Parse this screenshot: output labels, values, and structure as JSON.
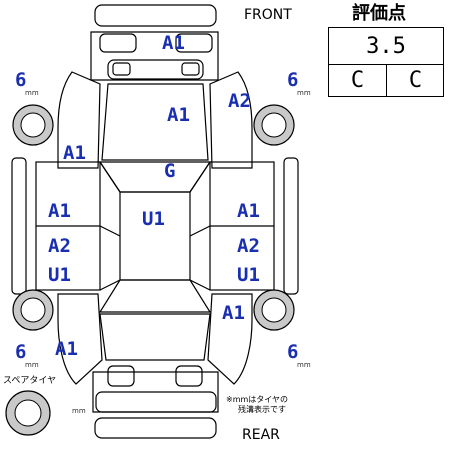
{
  "header": {
    "front": "FRONT",
    "rear": "REAR",
    "evaluation_title": "評価点"
  },
  "grade": {
    "score": "3.5",
    "interior": "C",
    "exterior": "C"
  },
  "damage_marks": {
    "front_bumper": "A1",
    "hood": "A1",
    "fender_front_right": "A2",
    "fender_front_left": "A1",
    "windshield": "G",
    "roof": "U1",
    "door_front_left": "A1",
    "door_rear_left_a": "A2",
    "door_rear_left_u": "U1",
    "door_front_right": "A1",
    "door_rear_right_a": "A2",
    "door_rear_right_u": "U1",
    "quarter_right": "A1",
    "quarter_left": "A1"
  },
  "tread": {
    "front_left_mm": "6",
    "front_right_mm": "6",
    "rear_left_mm": "6",
    "rear_right_mm": "6",
    "spare_mm": "",
    "unit": "mm"
  },
  "labels": {
    "spare_tire": "スペアタイヤ",
    "note_line1": "※mmはタイヤの",
    "note_line2": "残溝表示です"
  }
}
